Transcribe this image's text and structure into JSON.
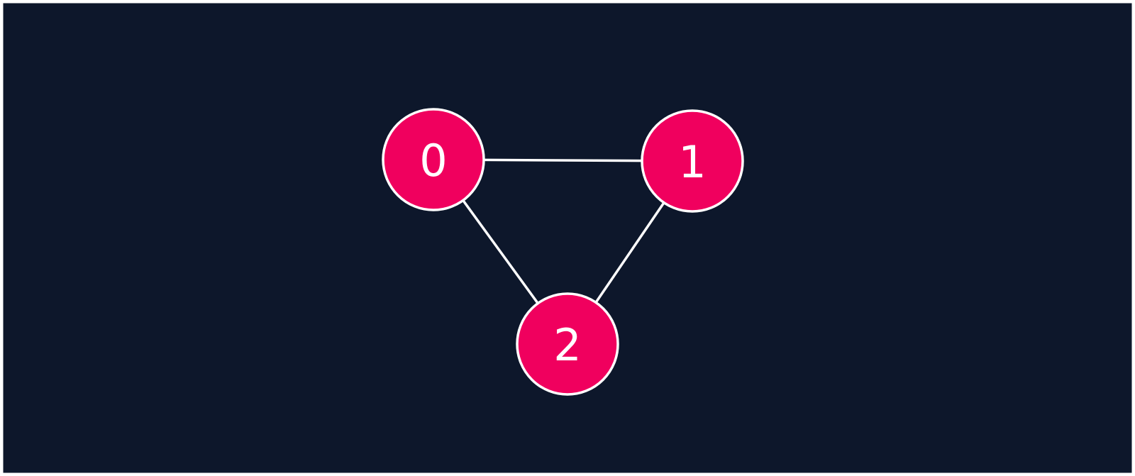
{
  "colors": {
    "background": "#0d172b",
    "frame": "#ffffff",
    "node_fill": "#f0005e",
    "node_stroke": "#ffffff",
    "edge": "#ffffff",
    "label": "#ffffff"
  },
  "graph": {
    "nodes": [
      {
        "id": "n0",
        "label": "0"
      },
      {
        "id": "n1",
        "label": "1"
      },
      {
        "id": "n2",
        "label": "2"
      }
    ],
    "edges": [
      {
        "from": "n0",
        "to": "n1"
      },
      {
        "from": "n0",
        "to": "n2"
      },
      {
        "from": "n1",
        "to": "n2"
      }
    ]
  }
}
